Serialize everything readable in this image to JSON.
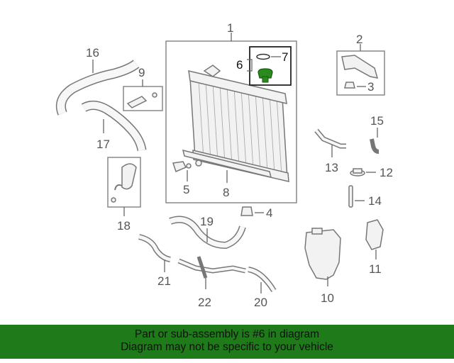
{
  "callouts": {
    "c1": "1",
    "c2": "2",
    "c3": "3",
    "c4": "4",
    "c5": "5",
    "c6": "6",
    "c7": "7",
    "c8": "8",
    "c9": "9",
    "c10": "10",
    "c11": "11",
    "c12": "12",
    "c13": "13",
    "c14": "14",
    "c15": "15",
    "c16": "16",
    "c17": "17",
    "c18": "18",
    "c19": "19",
    "c20": "20",
    "c21": "21",
    "c22": "22"
  },
  "banner": {
    "line1": "Part or sub-assembly is #6 in diagram",
    "line2": "Diagram may not be specific to your vehicle"
  },
  "colors": {
    "banner_bg": "#1f7a1a",
    "highlight_part": "#2a8a1e"
  }
}
